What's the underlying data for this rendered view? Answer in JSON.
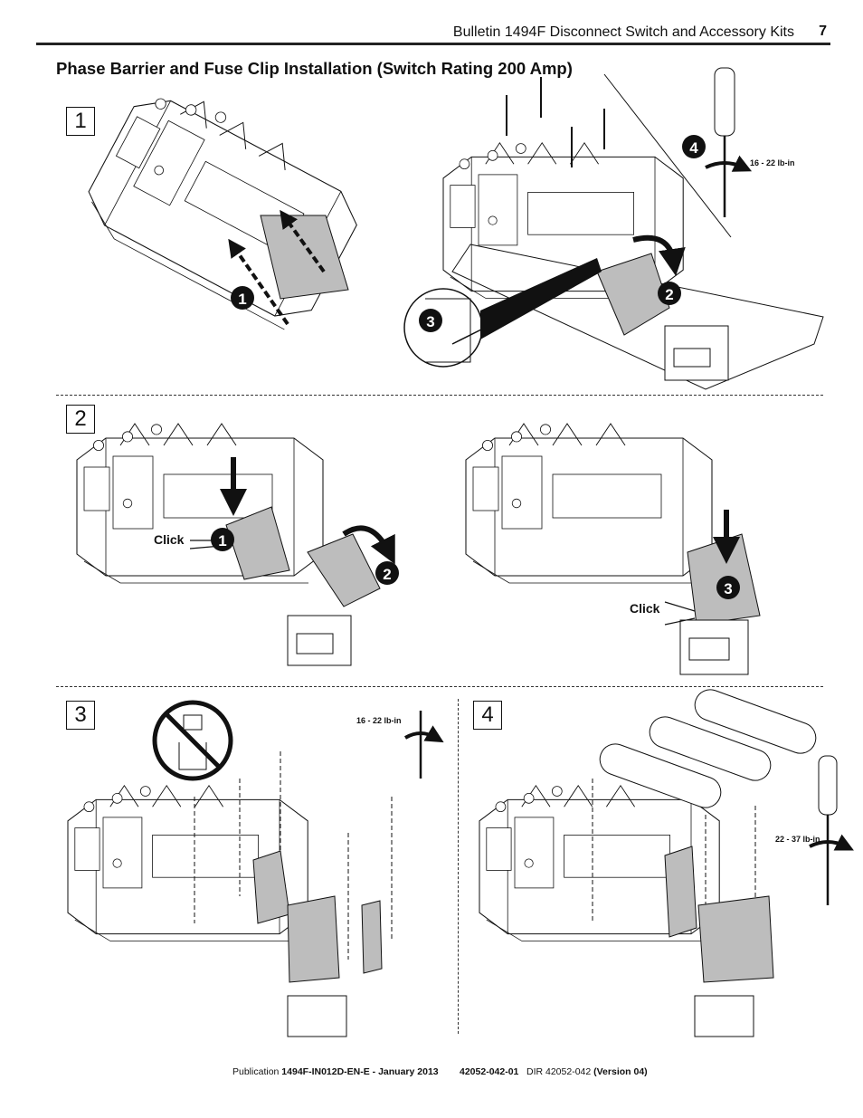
{
  "header": {
    "title": "Bulletin 1494F Disconnect Switch and Accessory Kits",
    "page": "7"
  },
  "title": "Phase Barrier and Fuse Clip Installation (Switch Rating 200 Amp)",
  "steps": [
    {
      "label": "1",
      "callouts": [
        "1",
        "2",
        "3",
        "4"
      ],
      "torque": "16 - 22 lb-in"
    },
    {
      "label": "2",
      "callouts": [
        "1",
        "2",
        "3"
      ],
      "click_labels": [
        "Click",
        "Click"
      ]
    },
    {
      "label": "3",
      "torque": "16 - 22 lb-in"
    },
    {
      "label": "4",
      "torque": "22 - 37 lb-in"
    }
  ],
  "footer": {
    "pub_prefix": "Publication ",
    "pub_id": "1494F-IN012D-EN-E - January 2013",
    "doc_no": "42052-042-01",
    "dir_prefix": "DIR 42052-042 ",
    "version": "(Version 04)"
  }
}
